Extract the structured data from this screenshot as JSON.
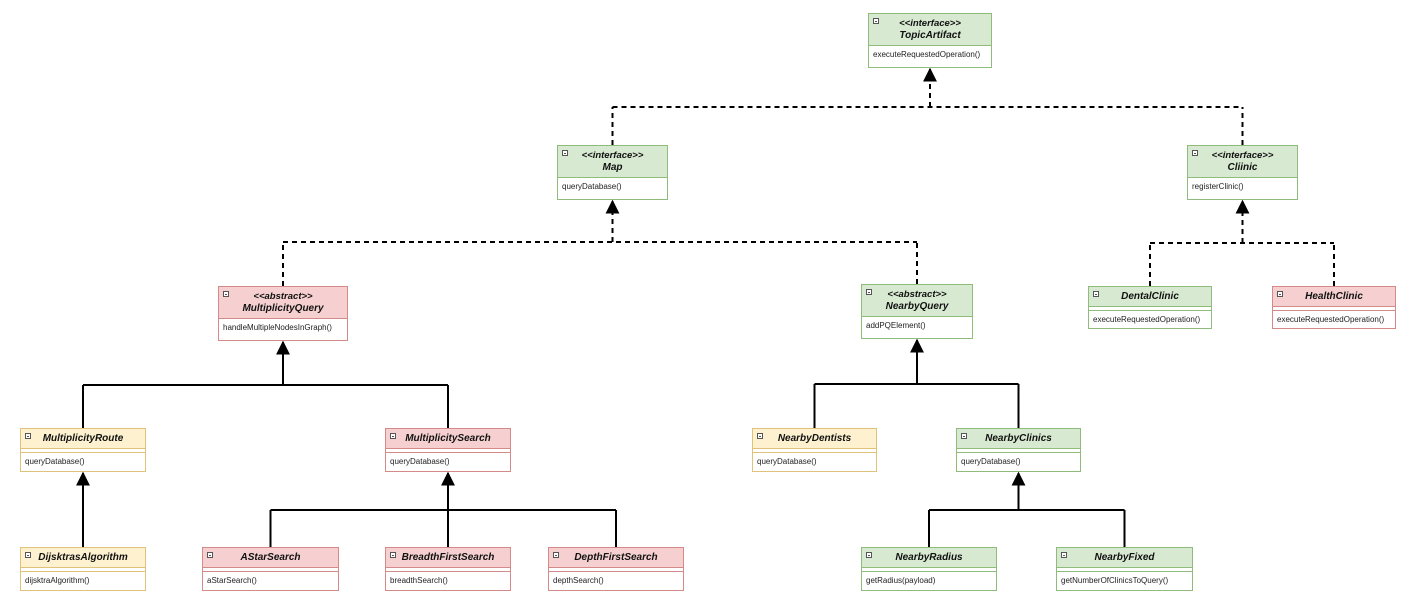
{
  "colors": {
    "green": "#d7e9d1",
    "red": "#f6d0d0",
    "yellow": "#fdf1cf",
    "line": "#000000"
  },
  "classes": {
    "topicArtifact": {
      "stereotype": "<<interface>>",
      "name": "TopicArtifact",
      "method": "executeRequestedOperation()",
      "color": "green"
    },
    "map": {
      "stereotype": "<<interface>>",
      "name": "Map",
      "method": "queryDatabase()",
      "color": "green"
    },
    "cliinic": {
      "stereotype": "<<interface>>",
      "name": "Cliinic",
      "method": "registerClinic()",
      "color": "green"
    },
    "multiplicityQuery": {
      "stereotype": "<<abstract>>",
      "name": "MultiplicityQuery",
      "method": "handleMultipleNodesInGraph()",
      "color": "red"
    },
    "nearbyQuery": {
      "stereotype": "<<abstract>>",
      "name": "NearbyQuery",
      "method": "addPQElement()",
      "color": "green"
    },
    "dentalClinic": {
      "name": "DentalClinic",
      "method": "executeRequestedOperation()",
      "color": "green"
    },
    "healthClinic": {
      "name": "HealthClinic",
      "method": "executeRequestedOperation()",
      "color": "red"
    },
    "multiplicityRoute": {
      "name": "MultiplicityRoute",
      "method": "queryDatabase()",
      "color": "yellow"
    },
    "multiplicitySearch": {
      "name": "MultiplicitySearch",
      "method": "queryDatabase()",
      "color": "red"
    },
    "nearbyDentists": {
      "name": "NearbyDentists",
      "method": "queryDatabase()",
      "color": "yellow"
    },
    "nearbyClinics": {
      "name": "NearbyClinics",
      "method": "queryDatabase()",
      "color": "green"
    },
    "dijkstrasAlgorithm": {
      "name": "DijsktrasAlgorithm",
      "method": "dijsktraAlgorithm()",
      "color": "yellow"
    },
    "aStarSearch": {
      "name": "AStarSearch",
      "method": "aStarSearch()",
      "color": "red"
    },
    "breadthFirstSearch": {
      "name": "BreadthFirstSearch",
      "method": "breadthSearch()",
      "color": "red"
    },
    "depthFirstSearch": {
      "name": "DepthFirstSearch",
      "method": "depthSearch()",
      "color": "red"
    },
    "nearbyRadius": {
      "name": "NearbyRadius",
      "method": "getRadius(payload)",
      "color": "green"
    },
    "nearbyFixed": {
      "name": "NearbyFixed",
      "method": "getNumberOfClinicsToQuery()",
      "color": "green"
    }
  },
  "relations": [
    {
      "from": [
        "map",
        "cliinic"
      ],
      "to": "topicArtifact",
      "type": "realization"
    },
    {
      "from": [
        "multiplicityQuery",
        "nearbyQuery"
      ],
      "to": "map",
      "type": "realization"
    },
    {
      "from": [
        "dentalClinic",
        "healthClinic"
      ],
      "to": "cliinic",
      "type": "realization"
    },
    {
      "from": [
        "multiplicityRoute",
        "multiplicitySearch"
      ],
      "to": "multiplicityQuery",
      "type": "inheritance"
    },
    {
      "from": [
        "nearbyDentists",
        "nearbyClinics"
      ],
      "to": "nearbyQuery",
      "type": "inheritance"
    },
    {
      "from": [
        "dijkstrasAlgorithm"
      ],
      "to": "multiplicityRoute",
      "type": "inheritance"
    },
    {
      "from": [
        "aStarSearch",
        "breadthFirstSearch",
        "depthFirstSearch"
      ],
      "to": "multiplicitySearch",
      "type": "inheritance"
    },
    {
      "from": [
        "nearbyRadius",
        "nearbyFixed"
      ],
      "to": "nearbyClinics",
      "type": "inheritance"
    }
  ]
}
